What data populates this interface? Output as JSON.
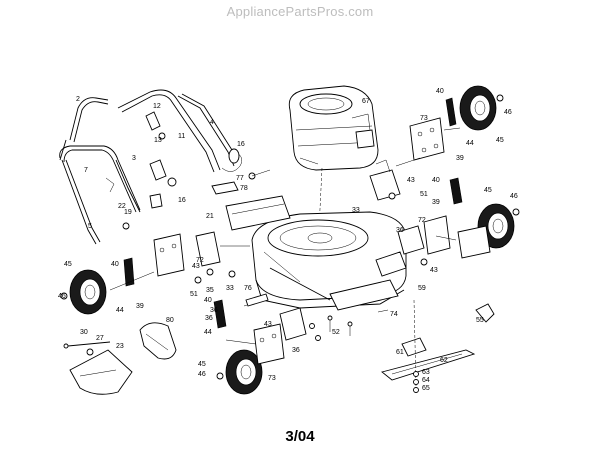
{
  "watermark": "AppliancePartsPros.com",
  "footer": {
    "date_code": "3/04"
  },
  "callouts": [
    {
      "id": "c2",
      "label": "2"
    },
    {
      "id": "c7",
      "label": "7"
    },
    {
      "id": "c12",
      "label": "12"
    },
    {
      "id": "c13",
      "label": "13"
    },
    {
      "id": "c11",
      "label": "11"
    },
    {
      "id": "c4",
      "label": "4"
    },
    {
      "id": "c16a",
      "label": "16"
    },
    {
      "id": "c3",
      "label": "3"
    },
    {
      "id": "c16b",
      "label": "16"
    },
    {
      "id": "c22",
      "label": "22"
    },
    {
      "id": "c5",
      "label": "5"
    },
    {
      "id": "c19",
      "label": "19"
    },
    {
      "id": "c77",
      "label": "77"
    },
    {
      "id": "c78",
      "label": "78"
    },
    {
      "id": "c21",
      "label": "21"
    },
    {
      "id": "c67",
      "label": "67"
    },
    {
      "id": "c40a",
      "label": "40"
    },
    {
      "id": "c73a",
      "label": "73"
    },
    {
      "id": "c46a",
      "label": "46"
    },
    {
      "id": "c45a",
      "label": "45"
    },
    {
      "id": "c44a",
      "label": "44"
    },
    {
      "id": "c39a",
      "label": "39"
    },
    {
      "id": "c43a",
      "label": "43"
    },
    {
      "id": "c51a",
      "label": "51"
    },
    {
      "id": "c33a",
      "label": "33"
    },
    {
      "id": "c40b",
      "label": "40"
    },
    {
      "id": "c39b",
      "label": "39"
    },
    {
      "id": "c45b",
      "label": "45"
    },
    {
      "id": "c46b",
      "label": "46"
    },
    {
      "id": "c72a",
      "label": "72"
    },
    {
      "id": "c36a",
      "label": "36"
    },
    {
      "id": "c43b",
      "label": "43"
    },
    {
      "id": "c59",
      "label": "59"
    },
    {
      "id": "c40c",
      "label": "40"
    },
    {
      "id": "c45c",
      "label": "45"
    },
    {
      "id": "c72b",
      "label": "72"
    },
    {
      "id": "c43c",
      "label": "43"
    },
    {
      "id": "c33b",
      "label": "33"
    },
    {
      "id": "c36b",
      "label": "36"
    },
    {
      "id": "c51b",
      "label": "51"
    },
    {
      "id": "c35",
      "label": "35"
    },
    {
      "id": "c46c",
      "label": "46"
    },
    {
      "id": "c39c",
      "label": "39"
    },
    {
      "id": "c44b",
      "label": "44"
    },
    {
      "id": "c76",
      "label": "76"
    },
    {
      "id": "c40d",
      "label": "40"
    },
    {
      "id": "c36c",
      "label": "36"
    },
    {
      "id": "c44c",
      "label": "44"
    },
    {
      "id": "c80",
      "label": "80"
    },
    {
      "id": "c30",
      "label": "30"
    },
    {
      "id": "c27",
      "label": "27"
    },
    {
      "id": "c23",
      "label": "23"
    },
    {
      "id": "c43d",
      "label": "43"
    },
    {
      "id": "c52",
      "label": "52"
    },
    {
      "id": "c36d",
      "label": "36"
    },
    {
      "id": "c74",
      "label": "74"
    },
    {
      "id": "c55",
      "label": "55"
    },
    {
      "id": "c45d",
      "label": "45"
    },
    {
      "id": "c46d",
      "label": "46"
    },
    {
      "id": "c73b",
      "label": "73"
    },
    {
      "id": "c61",
      "label": "61"
    },
    {
      "id": "c62",
      "label": "62"
    },
    {
      "id": "c63",
      "label": "63"
    },
    {
      "id": "c64",
      "label": "64"
    },
    {
      "id": "c65",
      "label": "65"
    }
  ]
}
